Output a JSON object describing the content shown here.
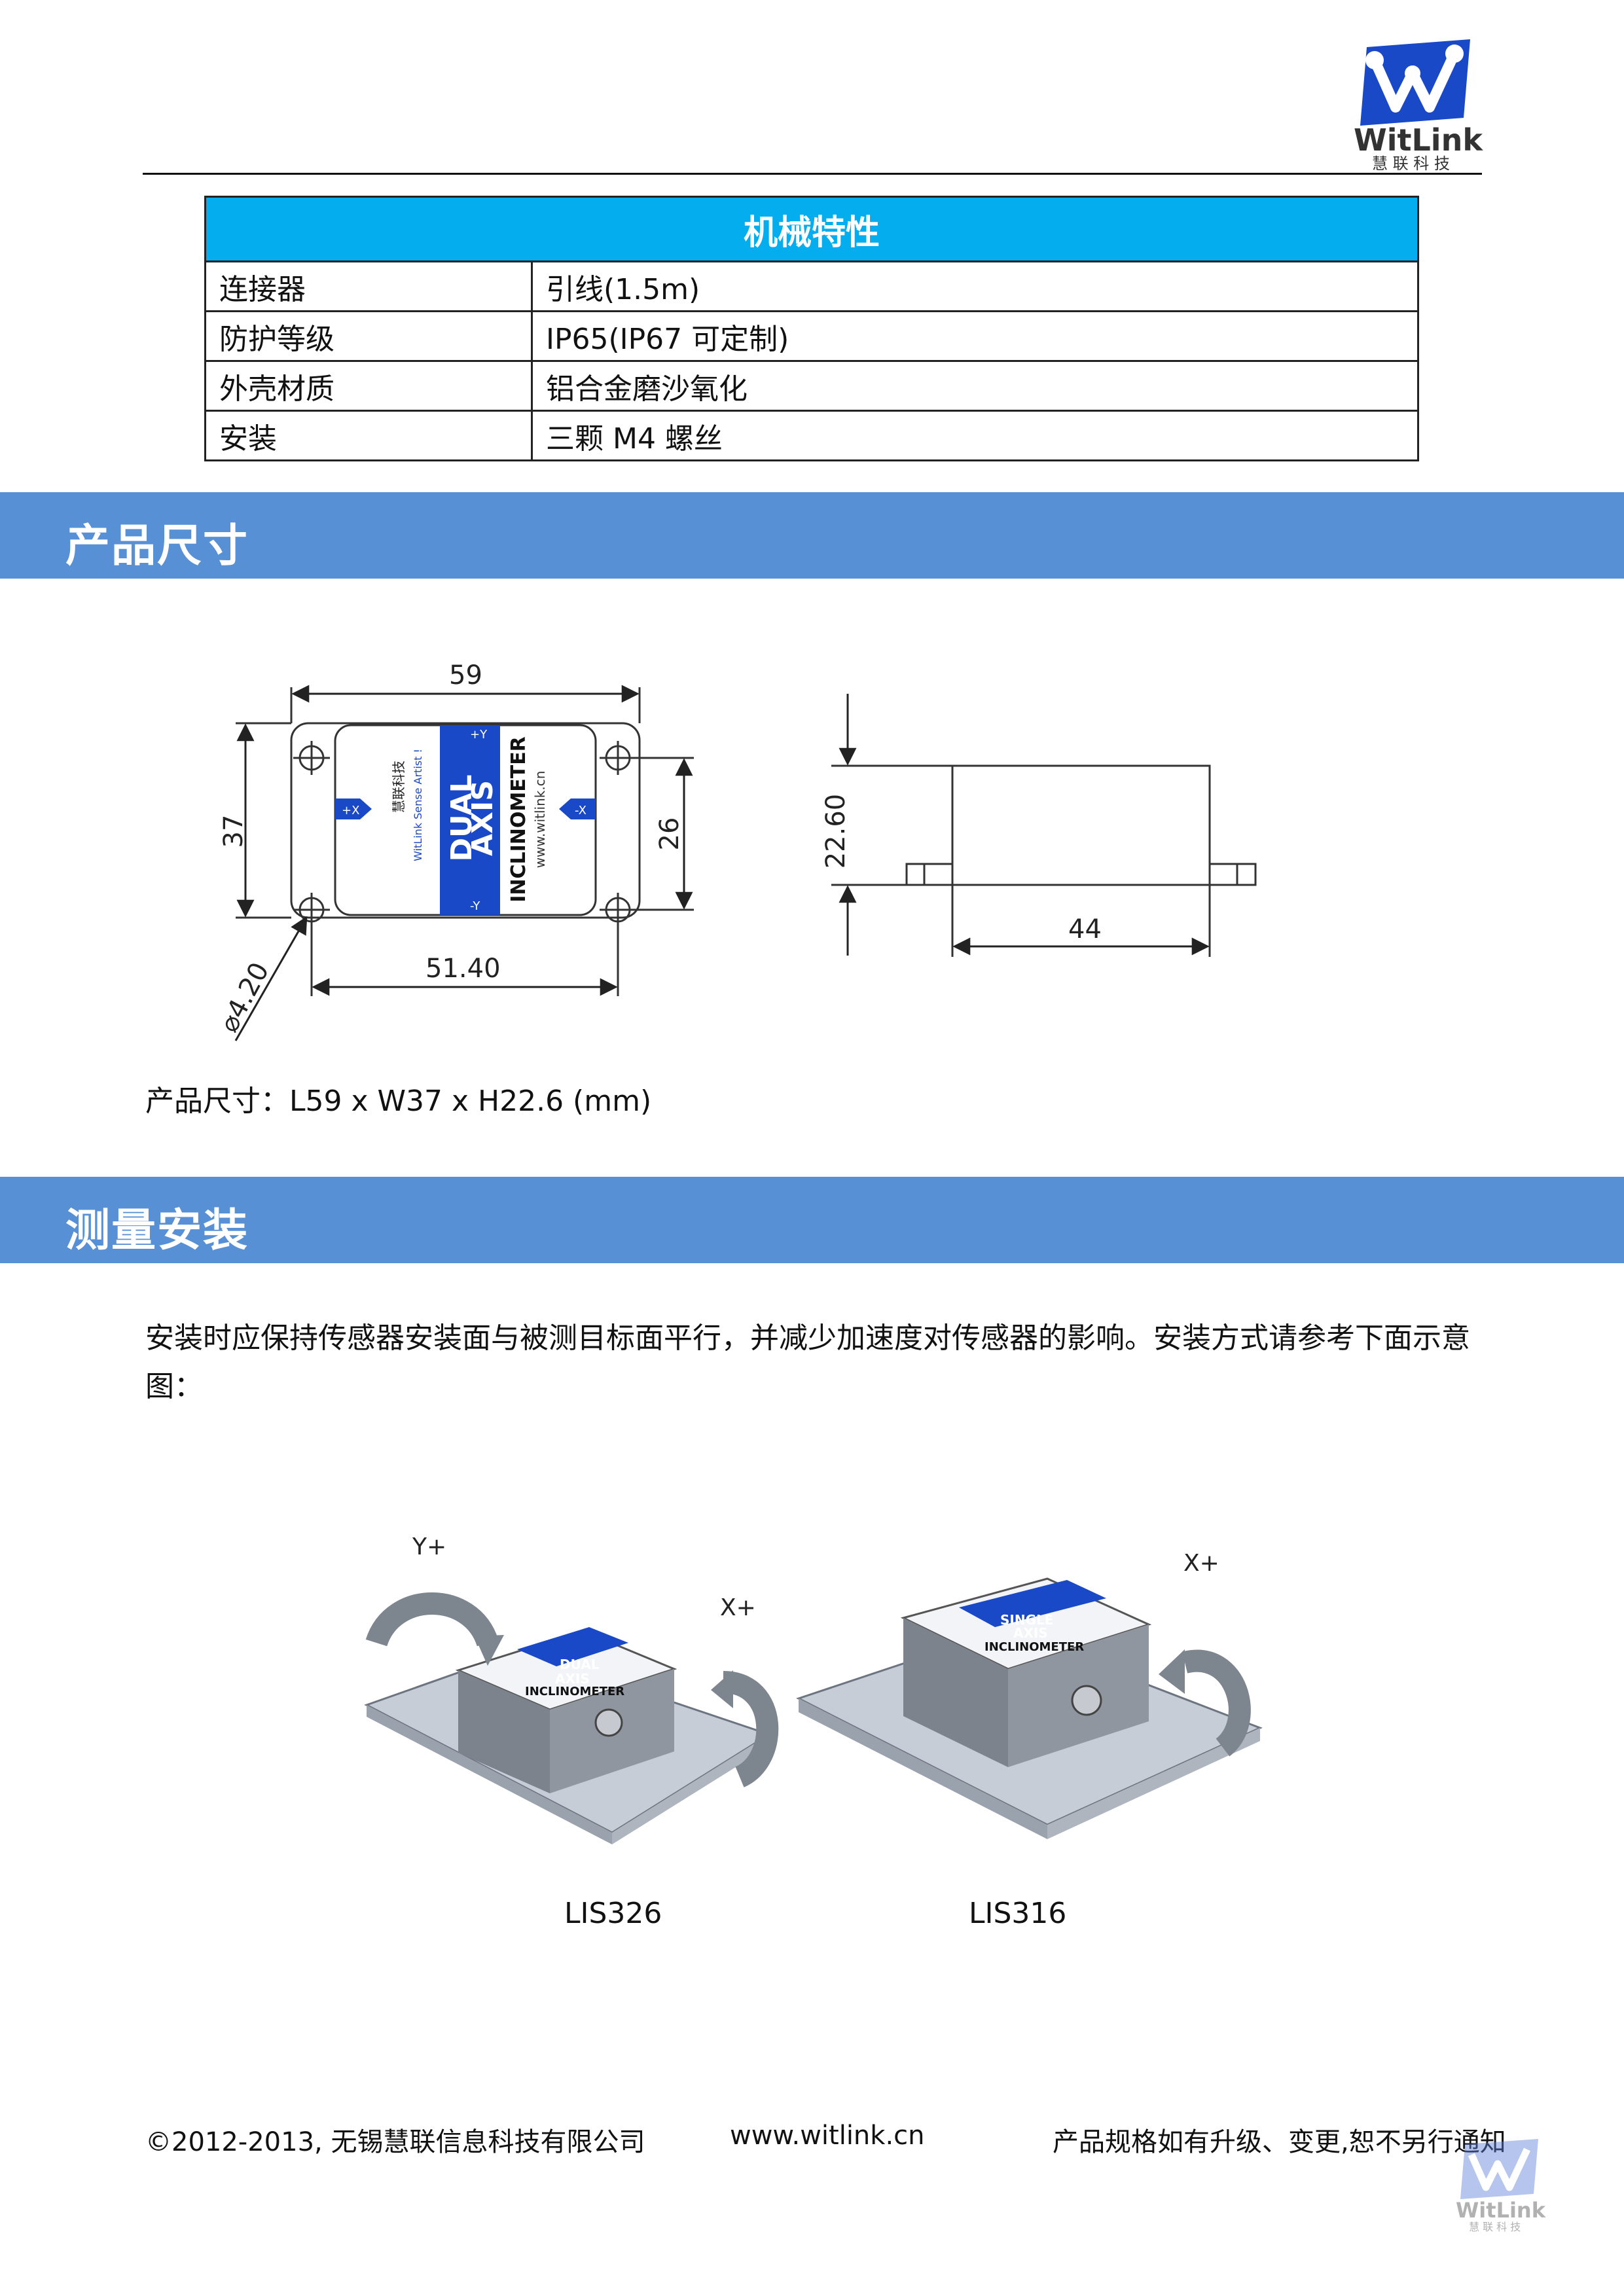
{
  "header": {
    "logo_name": "WitLink",
    "logo_subtitle": "慧 联 科 技"
  },
  "spec_table": {
    "title": "机械特性",
    "rows": [
      {
        "label": "连接器",
        "value": "引线(1.5m)"
      },
      {
        "label": "防护等级",
        "value": "IP65(IP67 可定制)"
      },
      {
        "label": "外壳材质",
        "value": "铝合金磨沙氧化"
      },
      {
        "label": "安装",
        "value": "三颗 M4 螺丝"
      }
    ]
  },
  "section_size": {
    "title": "产品尺寸",
    "dims": {
      "length": "59",
      "width": "37",
      "hole_spacing_v": "26",
      "hole_spacing_h": "51.40",
      "hole_dia": "⌀4.20",
      "height": "22.60",
      "base": "44"
    },
    "device_label": {
      "line1": "DUAL",
      "line2": "AXIS",
      "line3": "INCLINOMETER",
      "url": "www.witlink.cn",
      "brand": "慧联科技",
      "slogan": "WitLink Sense Artist !",
      "axis_py": "+Y",
      "axis_ny": "-Y",
      "axis_px": "+X",
      "axis_nx": "-X"
    },
    "caption": "产品尺寸：L59 x W37 x H22.6 (mm)"
  },
  "section_install": {
    "title": "测量安装",
    "paragraph_line1": "安装时应保持传感器安装面与被测目标面平行，并减少加速度对传感器的影响。安装方式请参考下面示意",
    "paragraph_line2": "图：",
    "left_axes": {
      "y": "Y+",
      "x": "X+"
    },
    "right_axes": {
      "x": "X+"
    },
    "left_label_top": "DUAL",
    "left_label_mid": "AXIS",
    "left_label_bot": "INCLINOMETER",
    "right_label_top": "SINGLE",
    "right_label_mid": "AXIS",
    "right_label_bot": "INCLINOMETER",
    "model_left": "LIS326",
    "model_right": "LIS316"
  },
  "footer": {
    "copyright": "©2012-2013,  无锡慧联信息科技有限公司",
    "url": "www.witlink.cn",
    "notice": "产品规格如有升级、变更,恕不另行通知"
  },
  "colors": {
    "section_bar": "#5790d5",
    "table_header": "#04aeee",
    "brand_blue": "#1a49c8"
  }
}
